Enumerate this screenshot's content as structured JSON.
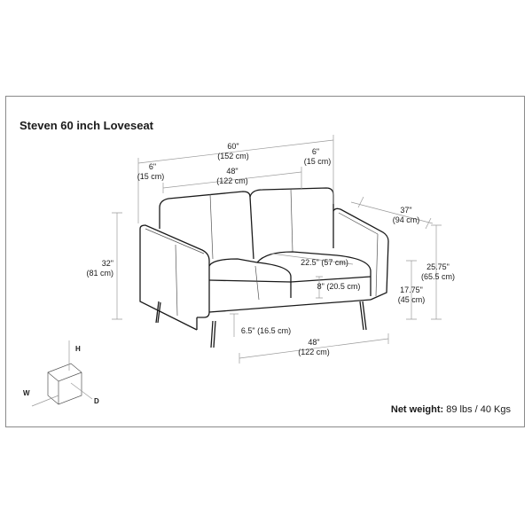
{
  "title": "Steven 60 inch Loveseat",
  "net_weight": {
    "label": "Net weight:",
    "value": "89 lbs / 40 Kgs"
  },
  "dimensions": {
    "overall_width": {
      "in": "60\"",
      "cm": "(152 cm)"
    },
    "arm_width_left": {
      "in": "6\"",
      "cm": "(15 cm)"
    },
    "arm_width_right": {
      "in": "6\"",
      "cm": "(15 cm)"
    },
    "seat_width_top": {
      "in": "48\"",
      "cm": "(122 cm)"
    },
    "overall_depth": {
      "in": "37\"",
      "cm": "(94 cm)"
    },
    "overall_height": {
      "in": "32\"",
      "cm": "(81 cm)"
    },
    "arm_height": {
      "in": "25.75\"",
      "cm": "(65.5 cm)"
    },
    "seat_height": {
      "in": "17.75\"",
      "cm": "(45 cm)"
    },
    "seat_depth": {
      "text": "22.5\" (57 cm)"
    },
    "cushion_thickness": {
      "text": "8\" (20.5 cm)"
    },
    "leg_height": {
      "text": "6.5\" (16.5 cm)"
    },
    "leg_span": {
      "in": "48\"",
      "cm": "(122 cm)"
    }
  },
  "axes": {
    "h": "H",
    "w": "W",
    "d": "D"
  },
  "colors": {
    "stroke": "#1a1a1a",
    "dimension_line": "#9a9a9a",
    "frame": "#8a8a8a"
  }
}
